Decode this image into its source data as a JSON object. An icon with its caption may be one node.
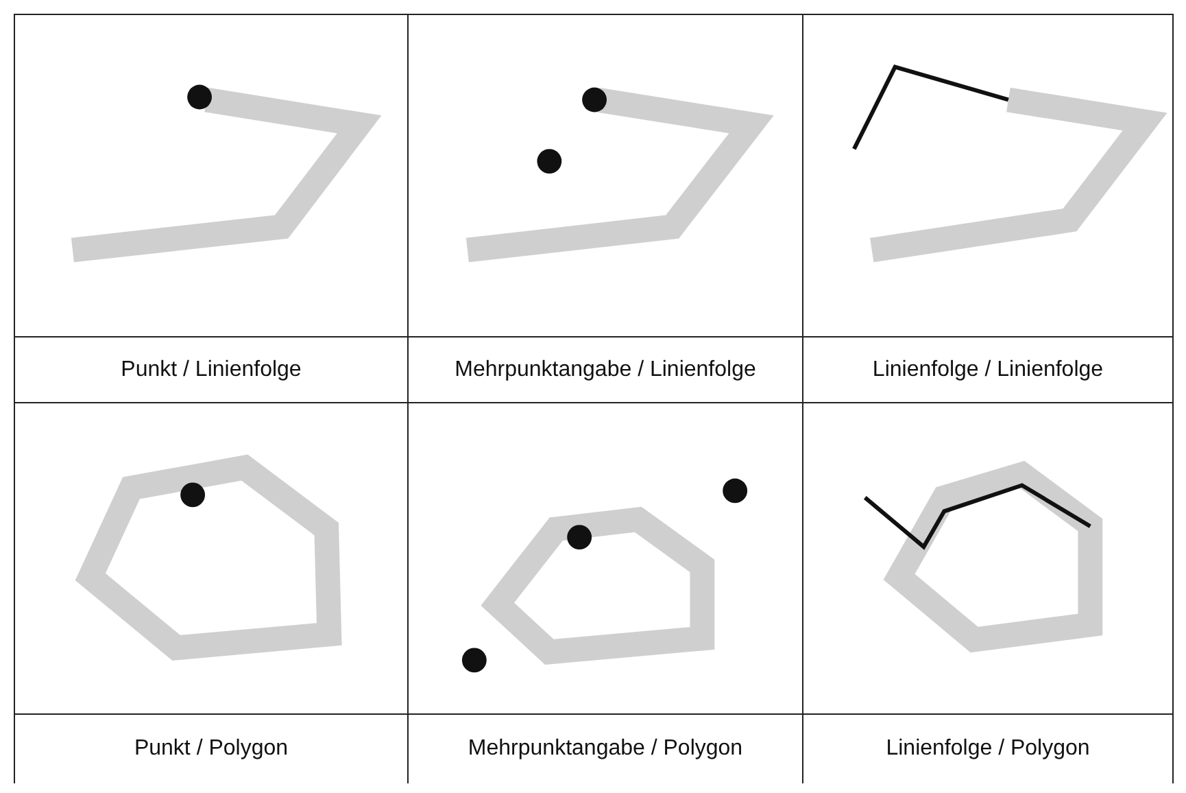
{
  "diagram": {
    "labels": [
      "Punkt / Linienfolge",
      "Mehrpunktangabe / Linienfolge",
      "Linienfolge / Linienfolge",
      "Punkt / Polygon",
      "Mehrpunktangabe / Polygon",
      "Linienfolge / Polygon"
    ]
  }
}
